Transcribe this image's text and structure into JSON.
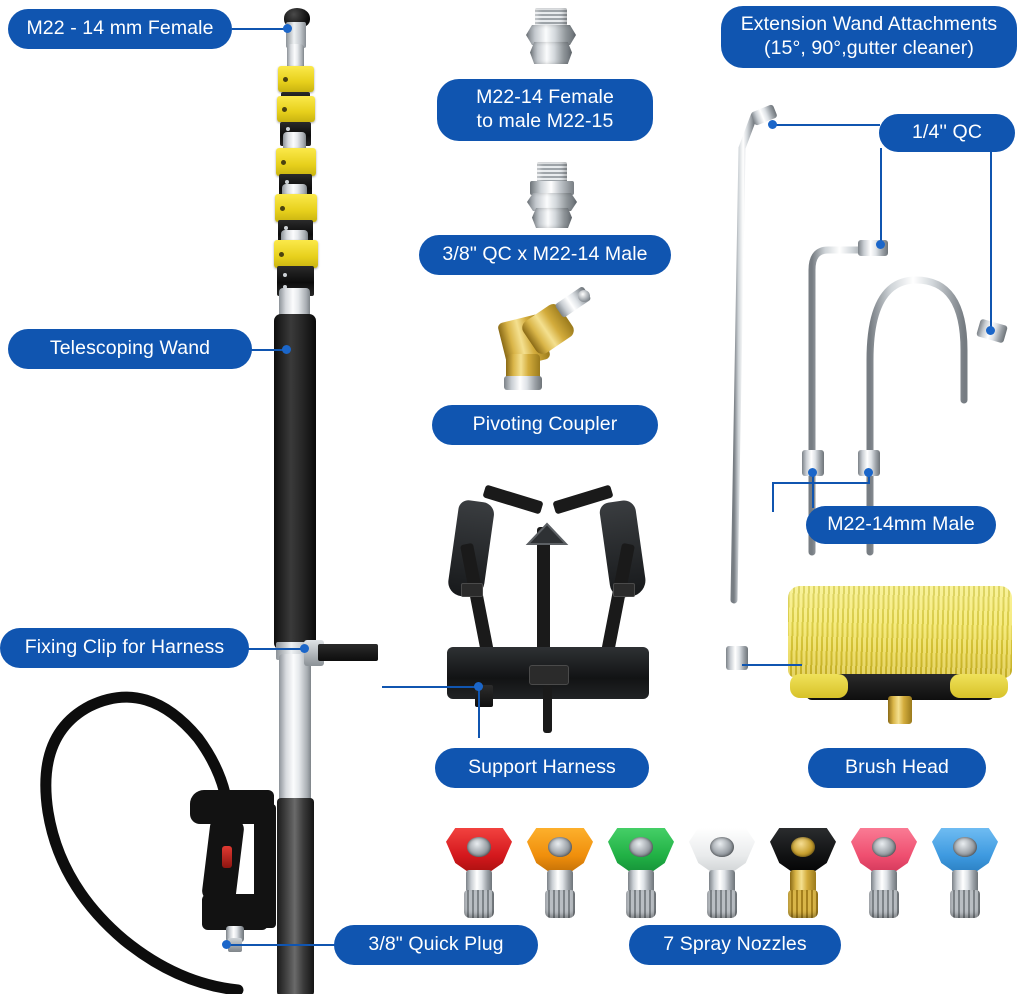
{
  "page": {
    "title": "Pressure Washer Telescoping Wand Kit Parts Diagram",
    "background_color": "#ffffff",
    "accent_color": "#1055b0",
    "label_text_color": "#ffffff",
    "leader_line_color": "#1055b0"
  },
  "labels": {
    "m22_14_female": "M22 - 14 mm Female",
    "telescoping_wand": "Telescoping Wand",
    "fixing_clip": "Fixing Clip for Harness",
    "quick_plug": "3/8\" Quick Plug",
    "adapter_female_to_male": "M22-14 Female\nto male M22-15",
    "qc_male_adapter": "3/8\" QC x M22-14 Male",
    "pivoting_coupler": "Pivoting Coupler",
    "support_harness": "Support Harness",
    "spray_nozzles": "7 Spray Nozzles",
    "extension_wand": "Extension Wand Attachments\n(15°, 90°,gutter cleaner)",
    "quarter_qc": "1/4'' QC",
    "m22_14mm_male": "M22-14mm Male",
    "brush_head": "Brush Head"
  },
  "parts": {
    "telescoping_wand": {
      "name": "telescoping-wand",
      "clamp_count": 5,
      "clamp_color": "#ecd61e",
      "band_color": "#121212",
      "pole_finish": "anodized aluminum",
      "grip": "black foam grip"
    },
    "adapters": [
      {
        "name": "m22-14-female-to-m22-15-male",
        "finish": "chrome"
      },
      {
        "name": "three-eighths-qc-x-m22-14-male",
        "finish": "chrome"
      },
      {
        "name": "pivoting-coupler",
        "finish": "brass"
      }
    ],
    "extension_wands": [
      {
        "name": "extension-wand-15-degree",
        "angle": "15°",
        "finish": "stainless"
      },
      {
        "name": "extension-wand-90-degree",
        "angle": "90°",
        "finish": "stainless"
      },
      {
        "name": "gutter-cleaner-wand",
        "angle": "u-curve",
        "finish": "stainless"
      }
    ],
    "brush_head": {
      "name": "brush-head",
      "bristle_color": "#f0e24c",
      "base_color": "#161616",
      "fitting": "brass"
    },
    "support_harness": {
      "name": "support-harness",
      "color": "#141414"
    },
    "spray_gun": {
      "name": "spray-gun",
      "body_color": "#121212",
      "accent_color": "#d4362e"
    },
    "hose": {
      "name": "high-pressure-hose",
      "color": "#101010"
    }
  },
  "nozzles": {
    "count": 7,
    "items": [
      {
        "name": "nozzle-red-0-degree",
        "color": "#e8242a",
        "body": "chrome"
      },
      {
        "name": "nozzle-orange-15-degree",
        "color": "#f59a16",
        "body": "chrome"
      },
      {
        "name": "nozzle-green-25-degree",
        "color": "#2fbf54",
        "body": "chrome"
      },
      {
        "name": "nozzle-white-40-degree",
        "color": "#f2f3f4",
        "body": "chrome"
      },
      {
        "name": "nozzle-black-soap",
        "color": "#17181a",
        "body": "brass"
      },
      {
        "name": "nozzle-pink-rotary",
        "color": "#f2617f",
        "body": "chrome"
      },
      {
        "name": "nozzle-blue-spare",
        "color": "#54a8e8",
        "body": "chrome"
      }
    ]
  }
}
